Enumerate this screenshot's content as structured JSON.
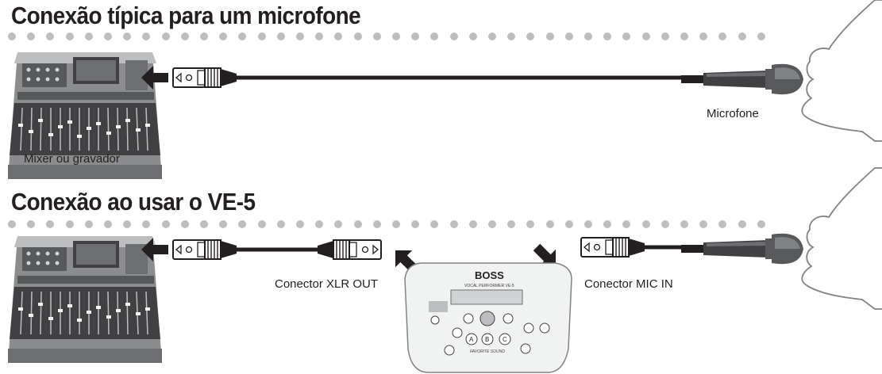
{
  "section_typical": {
    "title": "Conexão típica para um microfone",
    "labels": {
      "mixer": "Mixer ou gravador",
      "microphone": "Microfone"
    }
  },
  "section_ve5": {
    "title": "Conexão ao usar o VE-5",
    "labels": {
      "xlr_out": "Conector XLR OUT",
      "mic_in": "Conector MIC IN"
    },
    "device": {
      "brand": "BOSS",
      "model": "VOCAL PERFORMER VE-5",
      "buttons": [
        "A",
        "B",
        "C"
      ],
      "favorite_label": "FAVORITE SOUND"
    }
  },
  "colors": {
    "title": "#231f20",
    "dots": "#bcbec0",
    "cable": "#231f20",
    "arrow": "#231f20",
    "face_outline": "#808285"
  }
}
